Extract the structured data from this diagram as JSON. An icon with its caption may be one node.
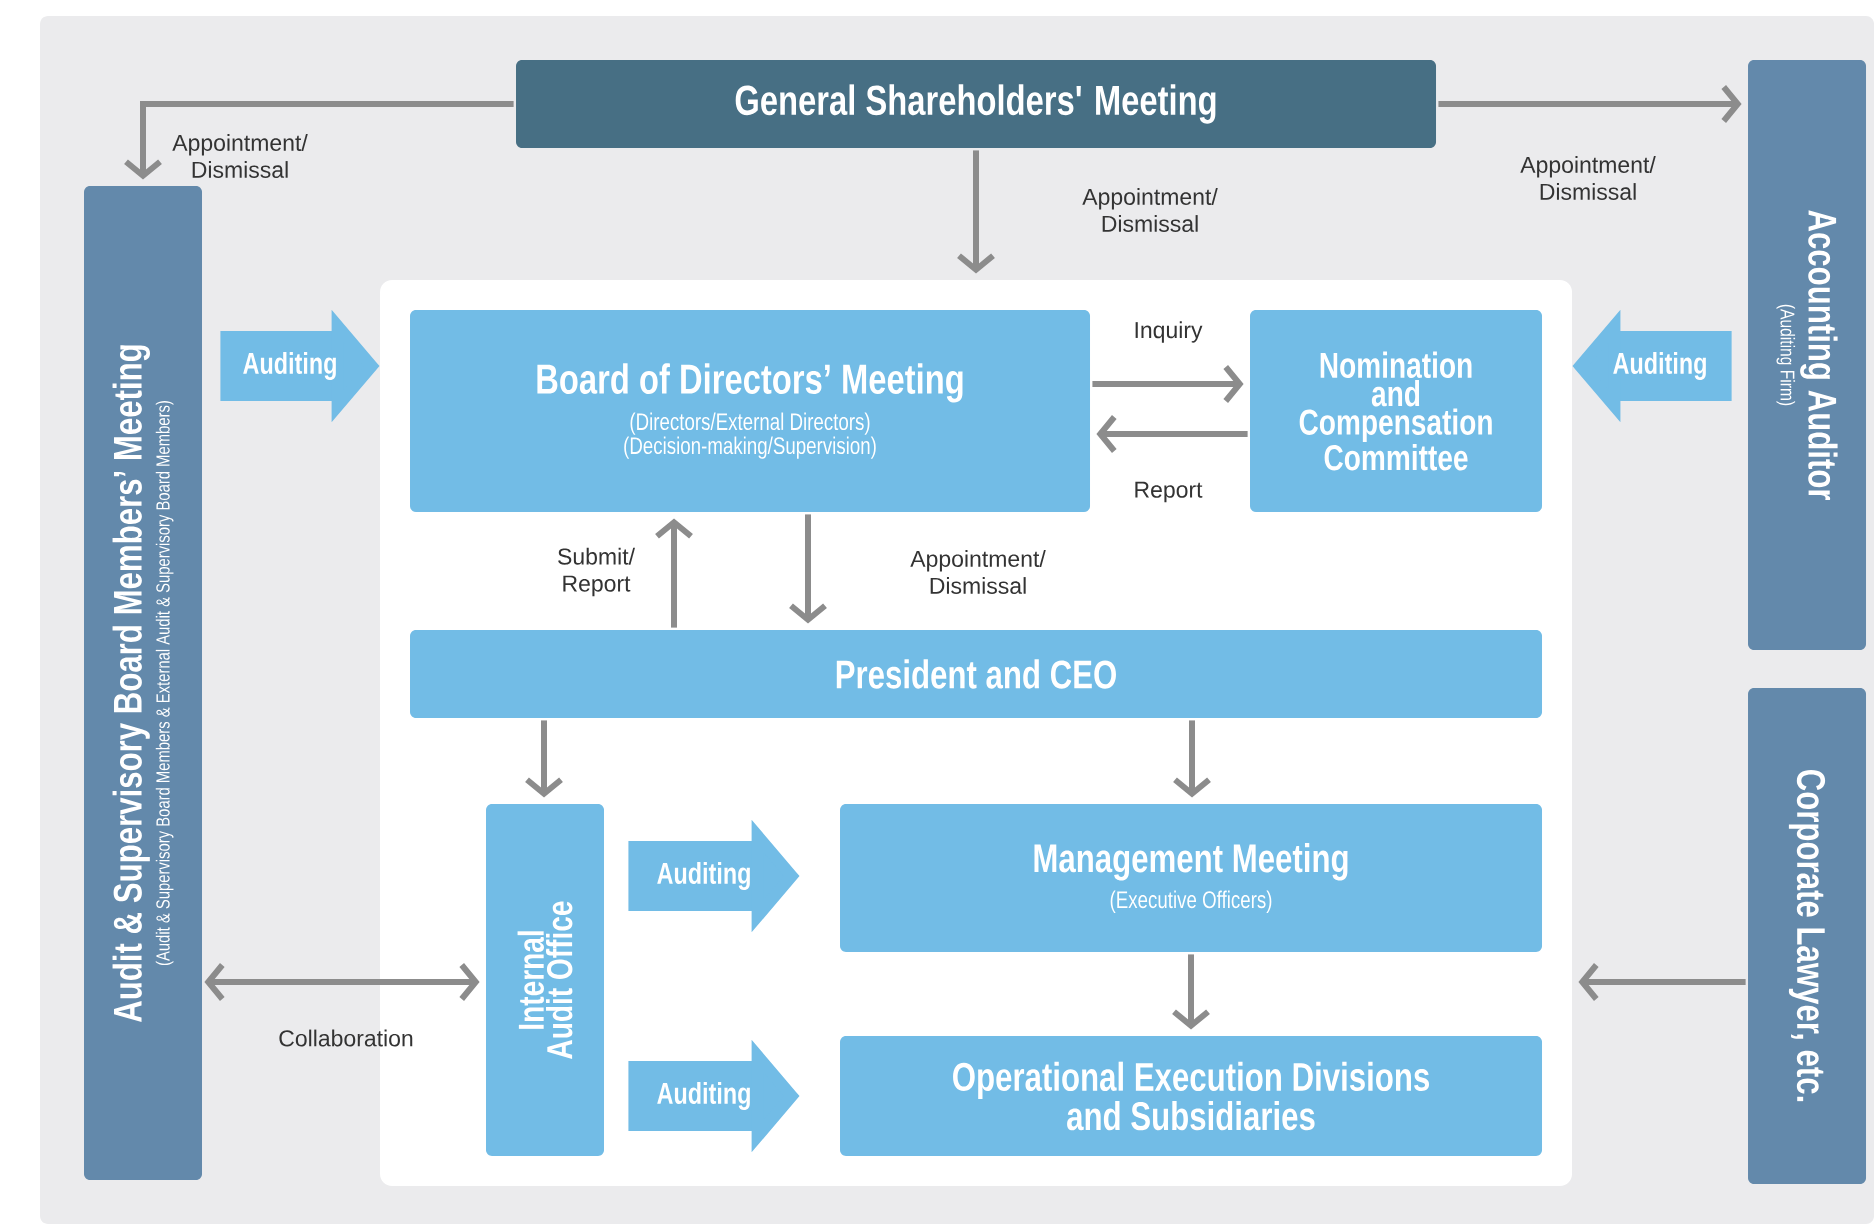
{
  "diagram": {
    "nodes": [
      {
        "text": [
          "General Shareholders' Meeting"
        ]
      },
      {
        "text": [
          "Audit & Supervisory Board Members’ Meeting",
          "(Audit & Supervisory Board Members & External Audit & Supervisory Board Members)"
        ]
      },
      {
        "text": [
          "Accounting Auditor",
          "(Auditing Firm)"
        ]
      },
      {
        "text": [
          "Corporate Lawyer, etc."
        ]
      },
      {
        "text": [],
        "shape": "box"
      },
      {
        "text": [
          "Board of Directors’ Meeting",
          "(Directors/External Directors)",
          "(Decision-making/Supervision)"
        ],
        "in": 4
      },
      {
        "text": [
          "Nomination and Compensation Committee"
        ],
        "in": 4
      },
      {
        "text": [
          "President and CEO"
        ],
        "in": 4
      },
      {
        "text": [
          "Internal Audit Office"
        ],
        "in": 4
      },
      {
        "text": [
          "Management Meeting",
          "(Executive Officers)"
        ],
        "in": 4
      },
      {
        "text": [
          "Operational Execution Divisions and Subsidiaries"
        ],
        "in": 4
      }
    ],
    "edges": [
      {
        "from": 0,
        "to": 1,
        "arrow": "to",
        "label": "Appointment/ Dismissal"
      },
      {
        "from": 0,
        "to": 2,
        "arrow": "to",
        "label": "Appointment/ Dismissal"
      },
      {
        "from": 0,
        "to": 4,
        "arrow": "to",
        "label": "Appointment/ Dismissal"
      },
      {
        "from": 5,
        "to": 6,
        "arrow": "to",
        "label": "Inquiry"
      },
      {
        "from": 6,
        "to": 5,
        "arrow": "to",
        "label": "Report"
      },
      {
        "from": 7,
        "to": 5,
        "arrow": "to",
        "label": "Submit/ Report"
      },
      {
        "from": 5,
        "to": 7,
        "arrow": "to",
        "label": "Appointment/ Dismissal"
      },
      {
        "from": 7,
        "to": 8,
        "arrow": "to"
      },
      {
        "from": 7,
        "to": 9,
        "arrow": "to"
      },
      {
        "from": 9,
        "to": 10,
        "arrow": "to"
      },
      {
        "from": 1,
        "to": 8,
        "arrow": "both",
        "label": "Collaboration"
      },
      {
        "from": 3,
        "to": 4,
        "arrow": "to"
      },
      {
        "from": 1,
        "to": 5,
        "arrow": "to",
        "label": "Auditing",
        "style": "thick",
        "color": "#72bce6"
      },
      {
        "from": 2,
        "to": 6,
        "arrow": "to",
        "label": "Auditing",
        "style": "thick",
        "color": "#72bce6"
      },
      {
        "from": 8,
        "to": 9,
        "arrow": "to",
        "label": "Auditing",
        "style": "thick",
        "color": "#72bce6"
      },
      {
        "from": 8,
        "to": 10,
        "arrow": "to",
        "label": "Auditing",
        "style": "thick",
        "color": "#72bce6"
      }
    ]
  }
}
